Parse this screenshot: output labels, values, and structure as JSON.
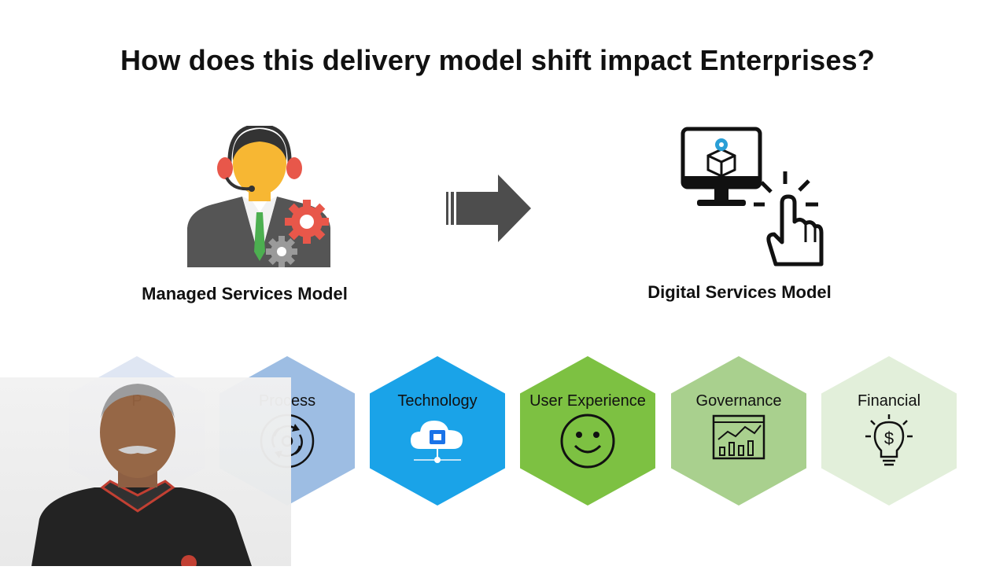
{
  "title": "How does this delivery model shift impact Enterprises?",
  "models": {
    "managed": "Managed Services Model",
    "digital": "Digital Services Model"
  },
  "pillars": [
    {
      "label": "P",
      "icon": "people-icon",
      "color": "#dfe6f3"
    },
    {
      "label": "Process",
      "icon": "process-cycle-icon",
      "color": "#9dbde3"
    },
    {
      "label": "Technology",
      "icon": "cloud-chip-icon",
      "color": "#1aa3e8"
    },
    {
      "label": "User Experience",
      "icon": "smiley-face-icon",
      "color": "#7dc142"
    },
    {
      "label": "Governance",
      "icon": "dashboard-chart-icon",
      "color": "#a9d08e"
    },
    {
      "label": "Financial",
      "icon": "lightbulb-dollar-icon",
      "color": "#e2efda"
    }
  ],
  "colors": {
    "arrow": "#4d4d4d",
    "gear_red": "#e8574a",
    "gear_grey": "#9a9a9a",
    "suit": "#555555",
    "tie": "#4caf50",
    "face": "#f7b733"
  }
}
